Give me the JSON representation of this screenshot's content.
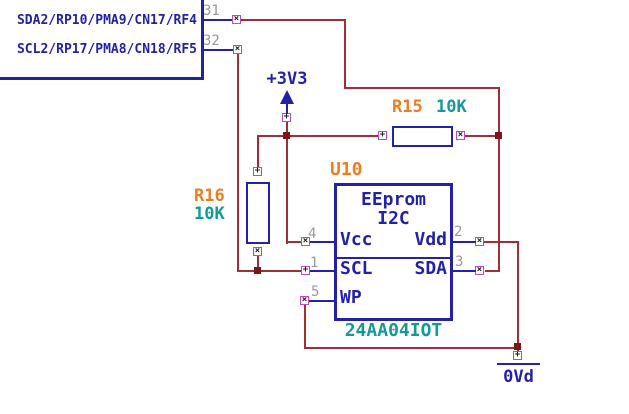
{
  "icons": {
    "cross": "×",
    "plus": "+"
  },
  "colors": {
    "component_outline": "#2222A8",
    "wire": "#9E2F33",
    "junction": "#7C1418",
    "connection_point": "#BD4ABD",
    "ref_label": "#ED7D20",
    "value_label": "#129A9A",
    "pin_number": "#9A9A9A"
  },
  "mcu_block": {
    "pins": [
      {
        "number": "31",
        "label": "SDA2/RP10/PMA9/CN17/RF4"
      },
      {
        "number": "32",
        "label": "SCL2/RP17/PMA8/CN18/RF5"
      }
    ]
  },
  "power_rail": {
    "label": "+3V3"
  },
  "ground": {
    "label": "0Vd"
  },
  "resistors": [
    {
      "ref": "R15",
      "value": "10K"
    },
    {
      "ref": "R16",
      "value": "10K"
    }
  ],
  "eeprom": {
    "ref": "U10",
    "title_line1": "EEprom",
    "title_line2": "I2C",
    "part_number": "24AA04IOT",
    "pins": [
      {
        "number": "4",
        "name": "Vcc"
      },
      {
        "number": "1",
        "name": "SCL"
      },
      {
        "number": "5",
        "name": "WP"
      },
      {
        "number": "2",
        "name": "Vdd"
      },
      {
        "number": "3",
        "name": "SDA"
      }
    ]
  }
}
